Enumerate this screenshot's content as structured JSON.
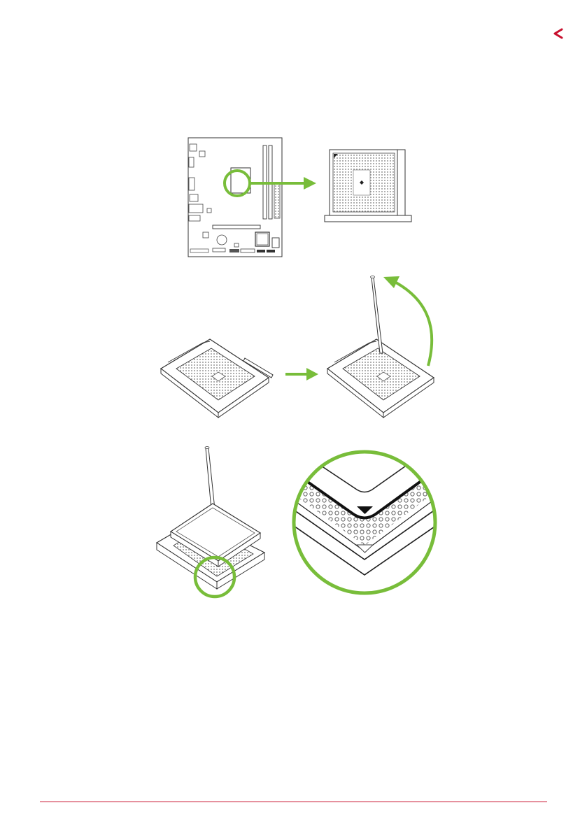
{
  "page": {
    "accent_color": "#c8102e",
    "highlight_color": "#78bd3a",
    "corner_icon": "chevron-left-icon"
  },
  "figure": {
    "steps": [
      "locate-cpu-socket-on-motherboard",
      "lift-socket-lever",
      "align-cpu-triangle-with-socket-corner"
    ]
  }
}
